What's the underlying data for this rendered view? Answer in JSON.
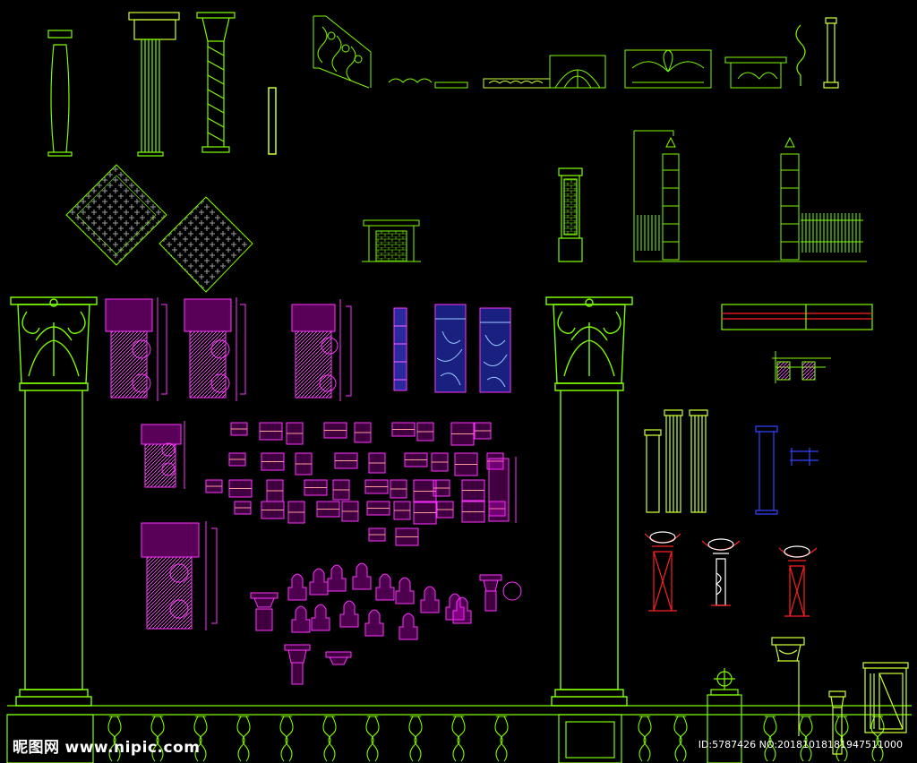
{
  "watermark": {
    "brand": "昵图网",
    "site": "www.nipic.com",
    "id_text": "ID:5787426 NO:20181018181947511000"
  },
  "colors": {
    "background": "#000000",
    "green_line": "#7CFC00",
    "yellow_green": "#CCFF33",
    "magenta": "#FF00FF",
    "red": "#FF2020",
    "blue": "#3344FF",
    "white": "#FFFFFF"
  }
}
